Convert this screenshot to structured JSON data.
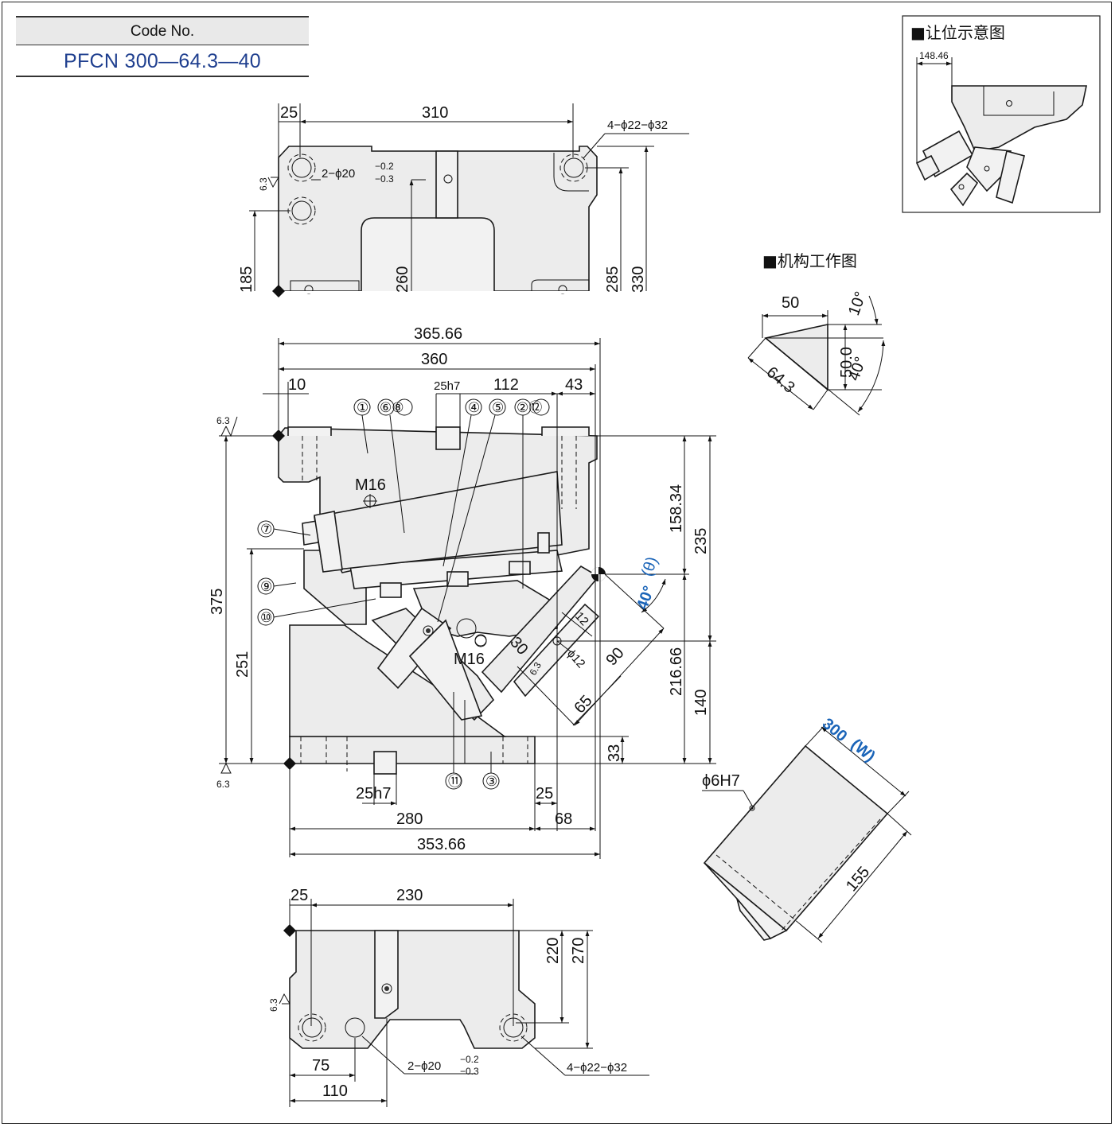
{
  "code_box": {
    "label": "Code No.",
    "value": "PFCN 300—64.3—40"
  },
  "inset1": {
    "title": "■让位示意图",
    "dim": "148.46"
  },
  "inset2": {
    "title": "■机构工作图",
    "d50": "50",
    "d10": "10°",
    "d500": "50.0",
    "d40": "40°",
    "d643": "64.3"
  },
  "top_view": {
    "d25": "25",
    "d310": "310",
    "holes4": "4−ϕ22−ϕ32",
    "holes2": "2−ϕ20",
    "tol_up": "−0.2",
    "tol_dn": "−0.3",
    "rough": "6.3",
    "d185": "185",
    "d260": "260",
    "d285": "285",
    "d330": "330"
  },
  "front_view": {
    "d36566": "365.66",
    "d360": "360",
    "d10": "10",
    "d25h7_top": "25h7",
    "d112": "112",
    "d43": "43",
    "m16_a": "M16",
    "m16_b": "M16",
    "d375": "375",
    "d251": "251",
    "d15834": "158.34",
    "d235": "235",
    "d21666": "216.66",
    "d140": "140",
    "d33": "33",
    "angle": "40°",
    "theta": "(θ)",
    "d12a": "12",
    "d12b": "ϕ12",
    "d30": "30",
    "d90": "90",
    "d65": "65",
    "d25h7_bot": "25h7",
    "d280": "280",
    "d25b": "25",
    "d68": "68",
    "d35366": "353.66",
    "rough_top": "6.3",
    "rough_bot": "6.3",
    "rough_mid": "6.3"
  },
  "callouts": [
    "①",
    "⑥⑧",
    "④",
    "⑤",
    "②⑫",
    "⑦",
    "⑨",
    "⑩",
    "⑪",
    "③"
  ],
  "bottom_view": {
    "d25": "25",
    "d230": "230",
    "d220": "220",
    "d270": "270",
    "d75": "75",
    "d110": "110",
    "holes2": "2−ϕ20",
    "tol_up": "−0.2",
    "tol_dn": "−0.3",
    "holes4": "4−ϕ22−ϕ32",
    "rough": "6.3"
  },
  "side_view": {
    "width": "300",
    "w": "(W)",
    "d155": "155",
    "pin": "ϕ6H7"
  }
}
